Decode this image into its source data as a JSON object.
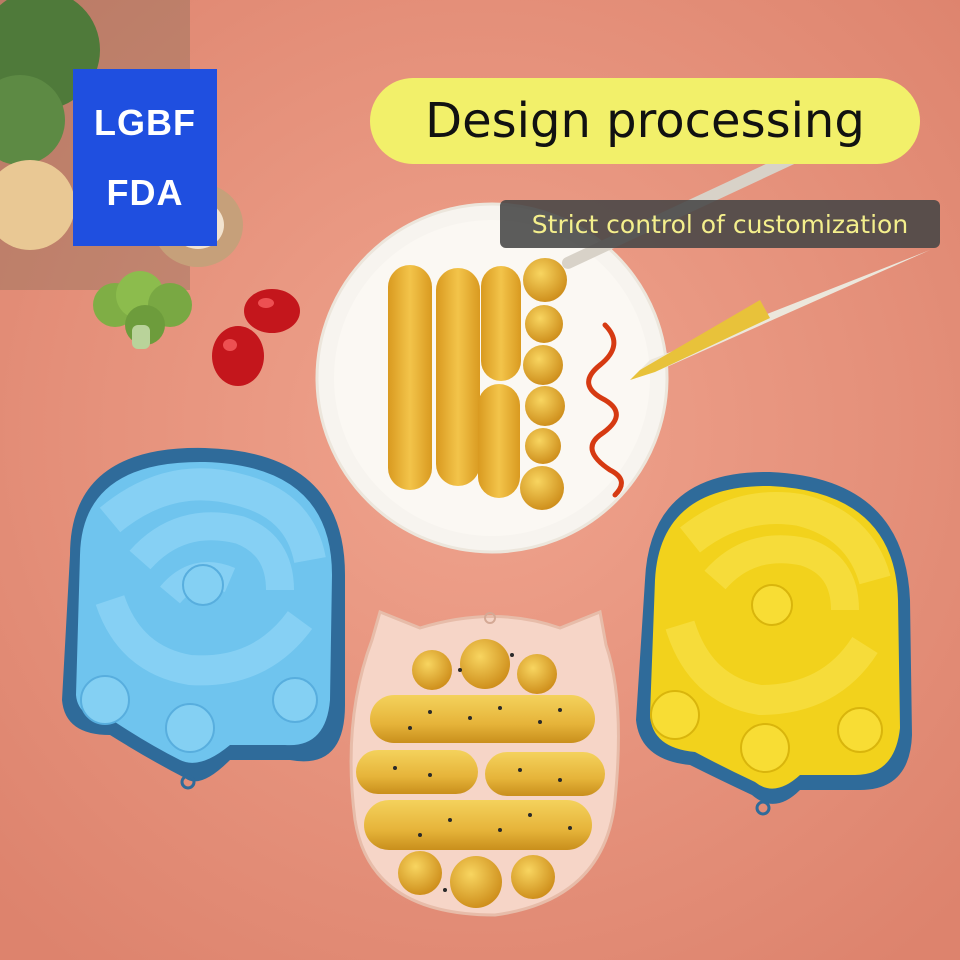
{
  "badge": {
    "line1": "LGBF",
    "line2": "FDA"
  },
  "headline": "Design processing",
  "subline": "Strict control of customization",
  "colors": {
    "background": "#e9907a",
    "badge": "#1f4fe0",
    "headline_bg": "#f2f06a",
    "blue_mold": "#6fc4ee",
    "yellow_mold": "#f2d21c",
    "pink_mold": "#f6d5c7"
  }
}
